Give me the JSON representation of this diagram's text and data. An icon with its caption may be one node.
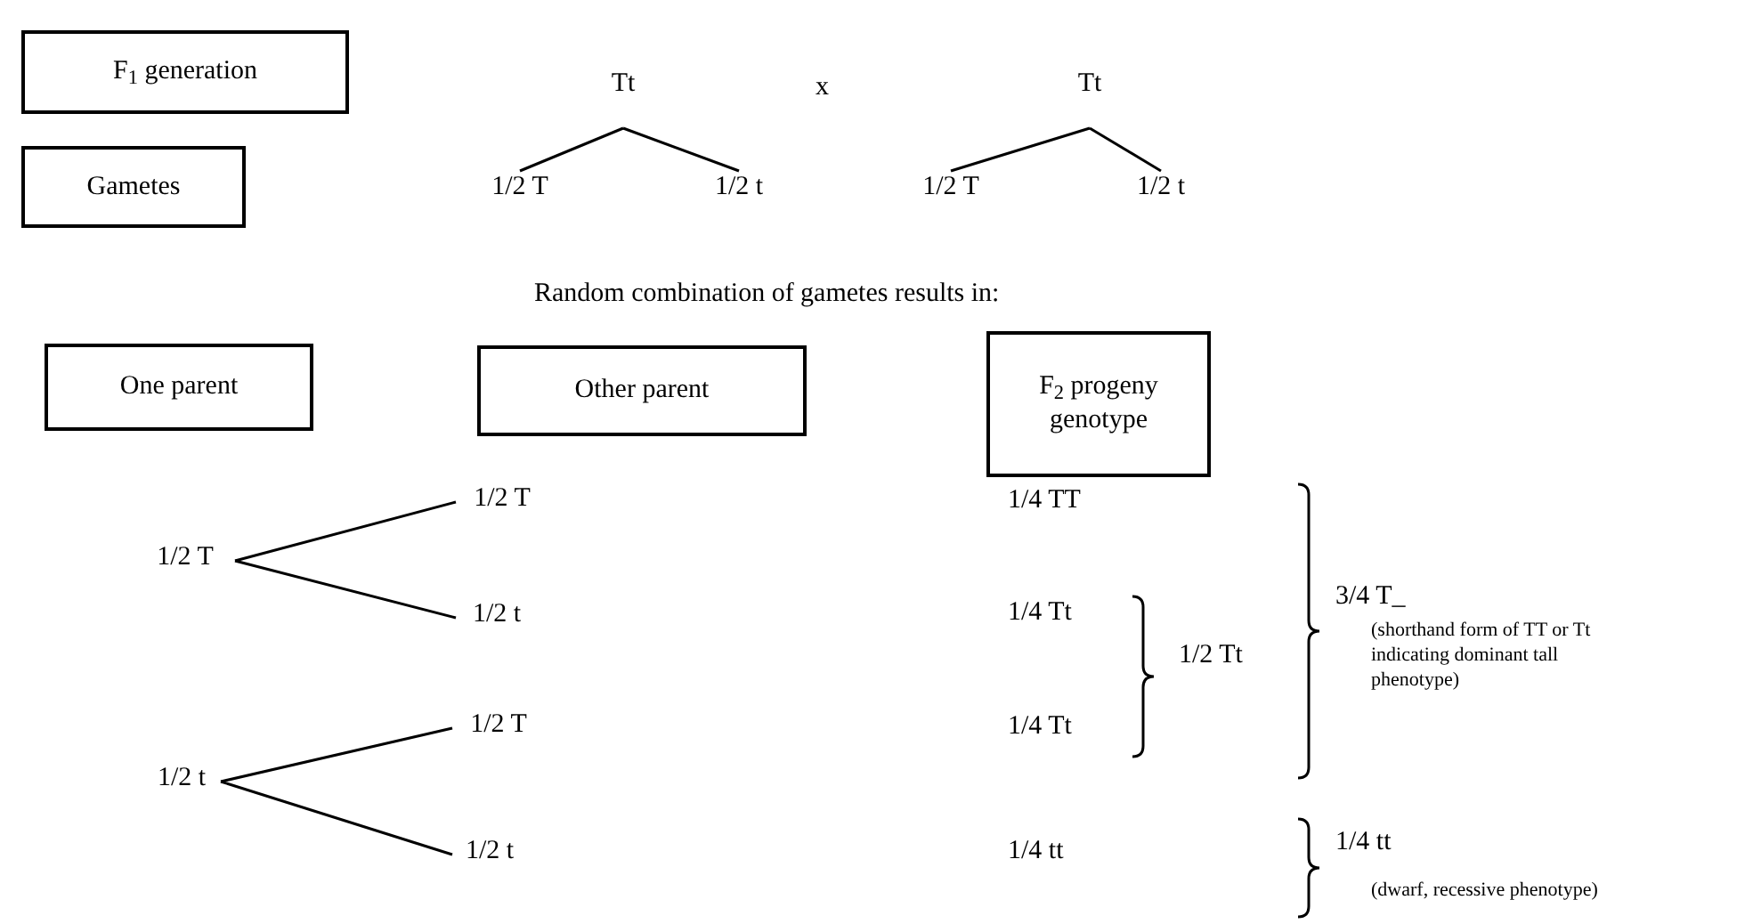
{
  "diagram": {
    "nodes": [
      {
        "text": [
          "F$_{1}$ generation"
        ]
      },
      {
        "text": [
          "Gametes"
        ]
      },
      {
        "text": [
          "Tt"
        ]
      },
      {
        "text": [
          "Tt"
        ]
      },
      {
        "text": [
          "1/2 T"
        ]
      },
      {
        "text": [
          "1/2 t"
        ]
      },
      {
        "text": [
          "1/2 T"
        ]
      },
      {
        "text": [
          "1/2 t"
        ]
      },
      {
        "text": [
          "One parent"
        ]
      },
      {
        "text": [
          "Other parent"
        ]
      },
      {
        "text": [
          "F$_{2}$ progeny genotype"
        ]
      },
      {
        "text": [
          "1/2 T"
        ]
      },
      {
        "text": [
          "1/2 T"
        ]
      },
      {
        "text": [
          "1/2 t"
        ]
      },
      {
        "text": [
          "1/2 t"
        ]
      },
      {
        "text": [
          "1/2 T"
        ]
      },
      {
        "text": [
          "1/2 t"
        ]
      }
    ],
    "edges": [
      {
        "from": 2,
        "to": 4,
        "arrow": "none"
      },
      {
        "from": 2,
        "to": 5,
        "arrow": "none"
      },
      {
        "from": 3,
        "to": 6,
        "arrow": "none"
      },
      {
        "from": 3,
        "to": 7,
        "arrow": "none"
      },
      {
        "from": 11,
        "to": 12,
        "arrow": "none"
      },
      {
        "from": 11,
        "to": 13,
        "arrow": "none"
      },
      {
        "from": 14,
        "to": 15,
        "arrow": "none"
      },
      {
        "from": 14,
        "to": 16,
        "arrow": "none"
      }
    ],
    "labels": [
      "x",
      "Random combination of gametes results in:",
      "1/4 TT",
      "1/4 Tt",
      "1/4 Tt",
      "1/4 tt",
      "1/2 Tt",
      "3/4 T_",
      "(shorthand form of TT or Tt indicating dominant tall phenotype)",
      "1/4 tt",
      "(dwarf, recessive phenotype)"
    ]
  }
}
